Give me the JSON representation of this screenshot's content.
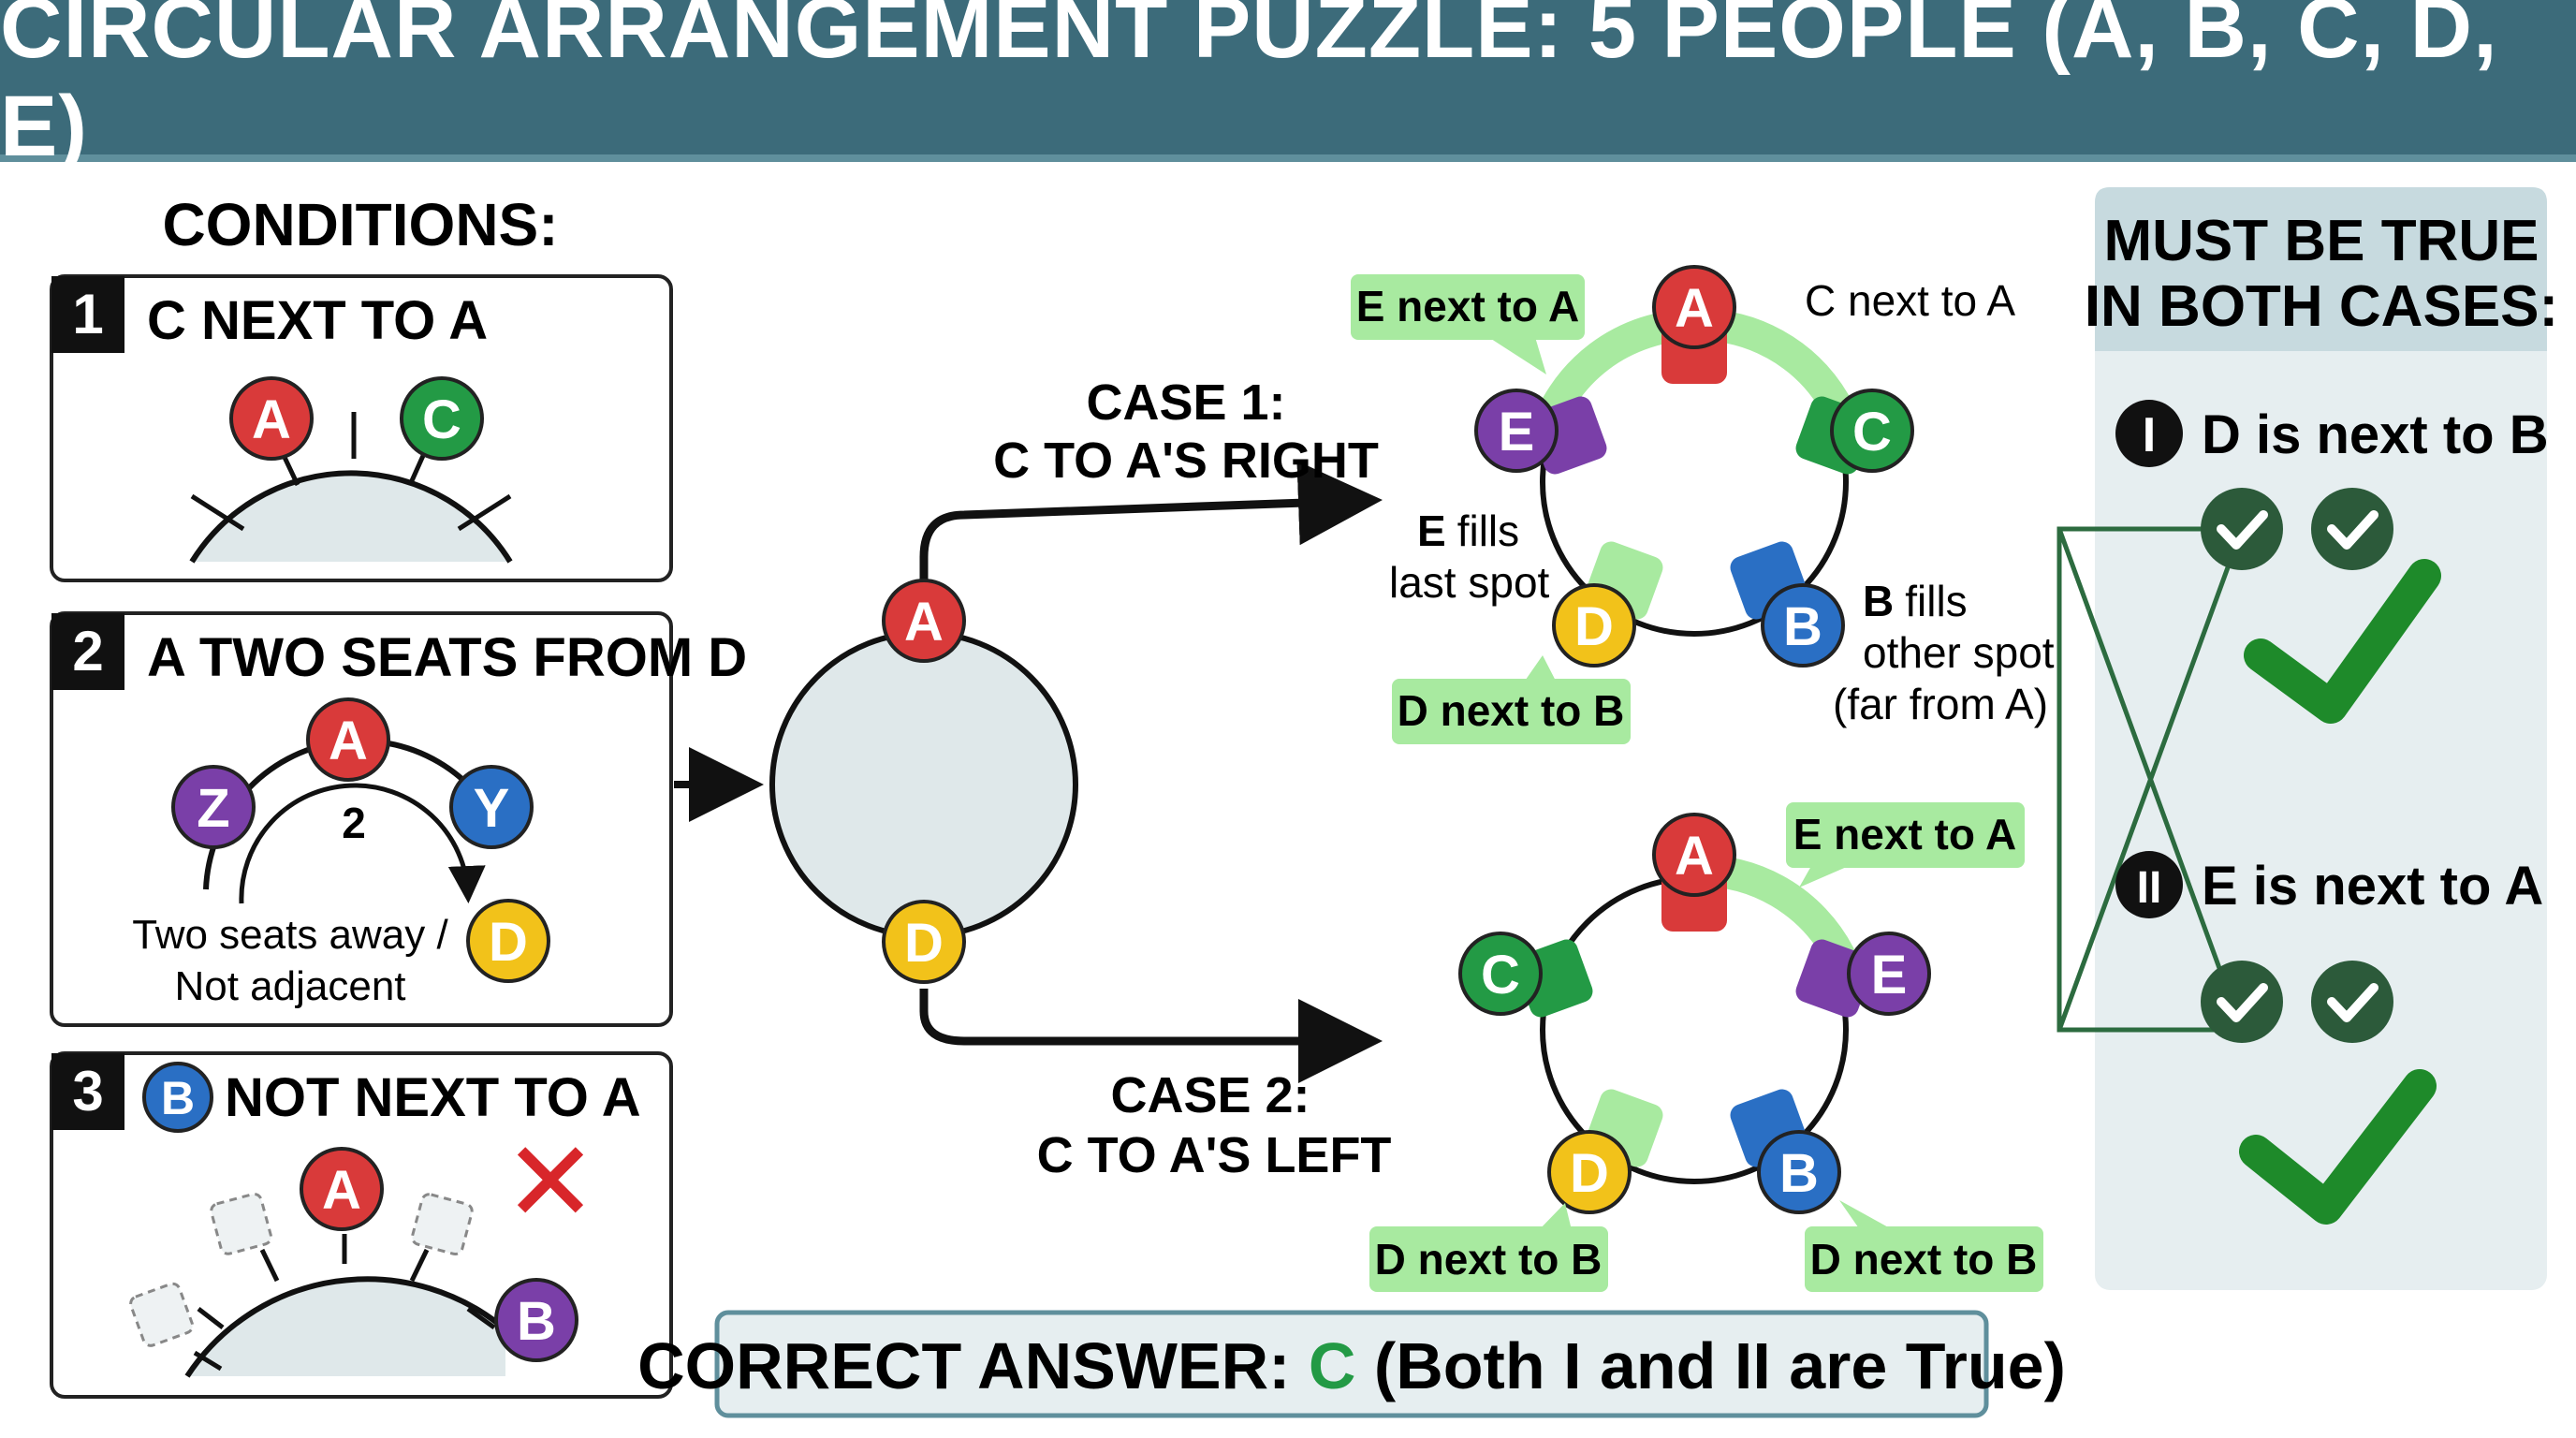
{
  "title": "CIRCULAR ARRANGEMENT PUZZLE: 5 PEOPLE (A, B, C, D, E)",
  "conditions": {
    "heading": "CONDITIONS:",
    "items": [
      {
        "number": "1",
        "label": "C NEXT TO A"
      },
      {
        "number": "2",
        "label": "A TWO SEATS FROM D",
        "arrow_label": "2",
        "note_line1": "Two seats away /",
        "note_line2": "Not adjacent"
      },
      {
        "number": "3",
        "label": "NOT NEXT TO A",
        "badge": "B",
        "cross": "✕"
      }
    ]
  },
  "people": {
    "A": "A",
    "B": "B",
    "C": "C",
    "D": "D",
    "E": "E",
    "Y": "Y",
    "Z": "Z"
  },
  "colors": {
    "A": "#d93a3a",
    "B": "#2a6fc4",
    "C": "#239a45",
    "D": "#f2c21a",
    "E": "#7a3fa8",
    "header": "#3c6b7a",
    "label_bg": "#a8eaa0",
    "check": "#1e8a2a",
    "panel": "#e6eef0",
    "cross": "#d8262a"
  },
  "case1": {
    "title_line1": "CASE 1:",
    "title_line2": "C TO A'S RIGHT",
    "callout_e_next_a": "E next to A",
    "c_next_a": "C next to A",
    "e_fills_bold": "E",
    "e_fills_rest": "fills",
    "e_fills_line2": "last spot",
    "b_fills_bold": "B",
    "b_fills_rest": "fills",
    "b_fills_line2": "other spot",
    "b_fills_line3": "(far from A)",
    "d_next_b": "D next to B"
  },
  "case2": {
    "title_line1": "CASE 2:",
    "title_line2": "C TO A'S LEFT",
    "e_next_a": "E next to A",
    "d_next_b_left": "D next to B",
    "d_next_b_right": "D next to B"
  },
  "must_be_true": {
    "heading_line1": "MUST BE TRUE",
    "heading_line2": "IN BOTH CASES:",
    "statements": [
      {
        "numeral": "I",
        "text": "D is next to B"
      },
      {
        "numeral": "II",
        "text": "E is next to A"
      }
    ]
  },
  "answer": {
    "prefix": "CORRECT ANSWER: ",
    "letter": "C",
    "suffix": " (Both I and II are True)"
  }
}
